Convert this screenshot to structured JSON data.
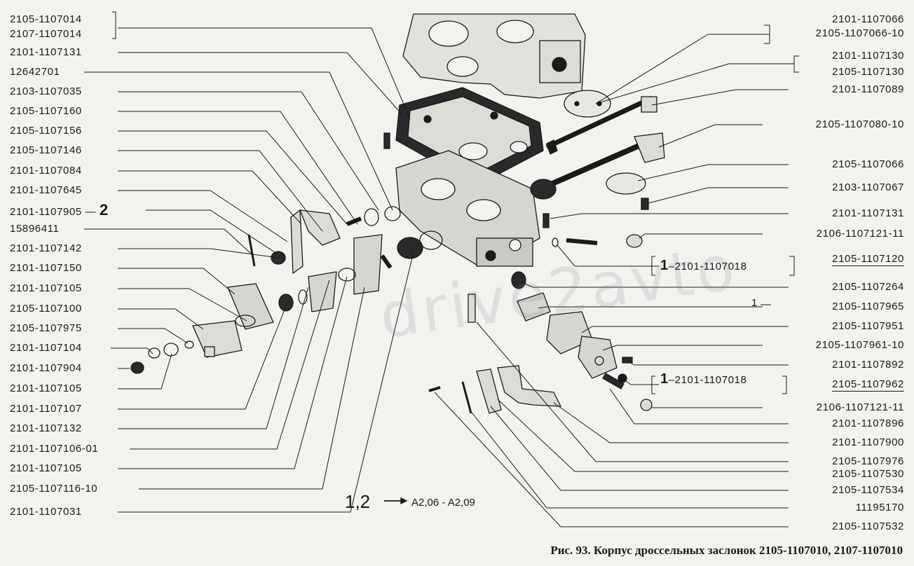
{
  "labels_left": [
    "2105-1107014",
    "2107-1107014",
    "2101-1107131",
    "12642701",
    "2103-1107035",
    "2105-1107160",
    "2105-1107156",
    "2105-1107146",
    "2101-1107084",
    "2101-1107645",
    "2101-1107905",
    "15896411",
    "2101-1107142",
    "2101-1107150",
    "2101-1107105",
    "2105-1107100",
    "2105-1107975",
    "2101-1107104",
    "2101-1107904",
    "2101-1107105",
    "2101-1107107",
    "2101-1107132",
    "2101-1107106-01",
    "2101-1107105",
    "2105-1107116-10",
    "2101-1107031"
  ],
  "labels_right": [
    "2101-1107066",
    "2105-1107066-10",
    "2101-1107130",
    "2105-1107130",
    "2101-1107089",
    "2105-1107080-10",
    "2105-1107066",
    "2103-1107067",
    "2101-1107131",
    "2106-1107121-11",
    "2105-1107120",
    "2105-1107264",
    "2105-1107965",
    "2105-1107951",
    "2105-1107961-10",
    "2101-1107892",
    "2105-1107962",
    "2106-1107121-11",
    "2101-1107896",
    "2101-1107900",
    "2105-1107976",
    "2105-1107530",
    "2105-1107534",
    "11195170",
    "2105-1107532"
  ],
  "bracket_notes": [
    "–2101-1107018",
    "–2101-1107018"
  ],
  "callout_1": "1",
  "callout_2": "2",
  "note": {
    "callouts": "1,2",
    "range": "A2,06 - A2,09"
  },
  "watermark": "drive2avto",
  "caption": "Рис. 93. Корпус дроссельных заслонок 2105-1107010, 2107-1107010"
}
